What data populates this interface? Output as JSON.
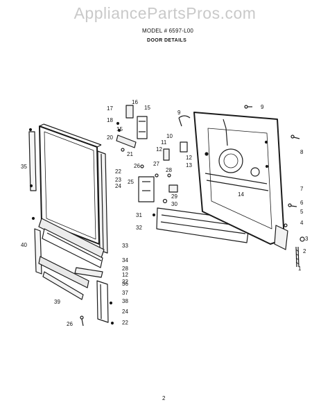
{
  "header": {
    "watermark": "AppliancePartsPros.com",
    "model": "MODEL # 6597-L00",
    "section_title": "DOOR DETAILS"
  },
  "callouts": [
    "1",
    "2",
    "3",
    "4",
    "5",
    "6",
    "7",
    "8",
    "9",
    "10",
    "11",
    "12",
    "13",
    "14",
    "15",
    "16",
    "17",
    "18",
    "20",
    "21",
    "22",
    "23",
    "24",
    "25",
    "26",
    "27",
    "28",
    "29",
    "30",
    "31",
    "32",
    "33",
    "34",
    "35",
    "36",
    "37",
    "38",
    "39",
    "40"
  ],
  "footer": {
    "page_number": "2"
  }
}
